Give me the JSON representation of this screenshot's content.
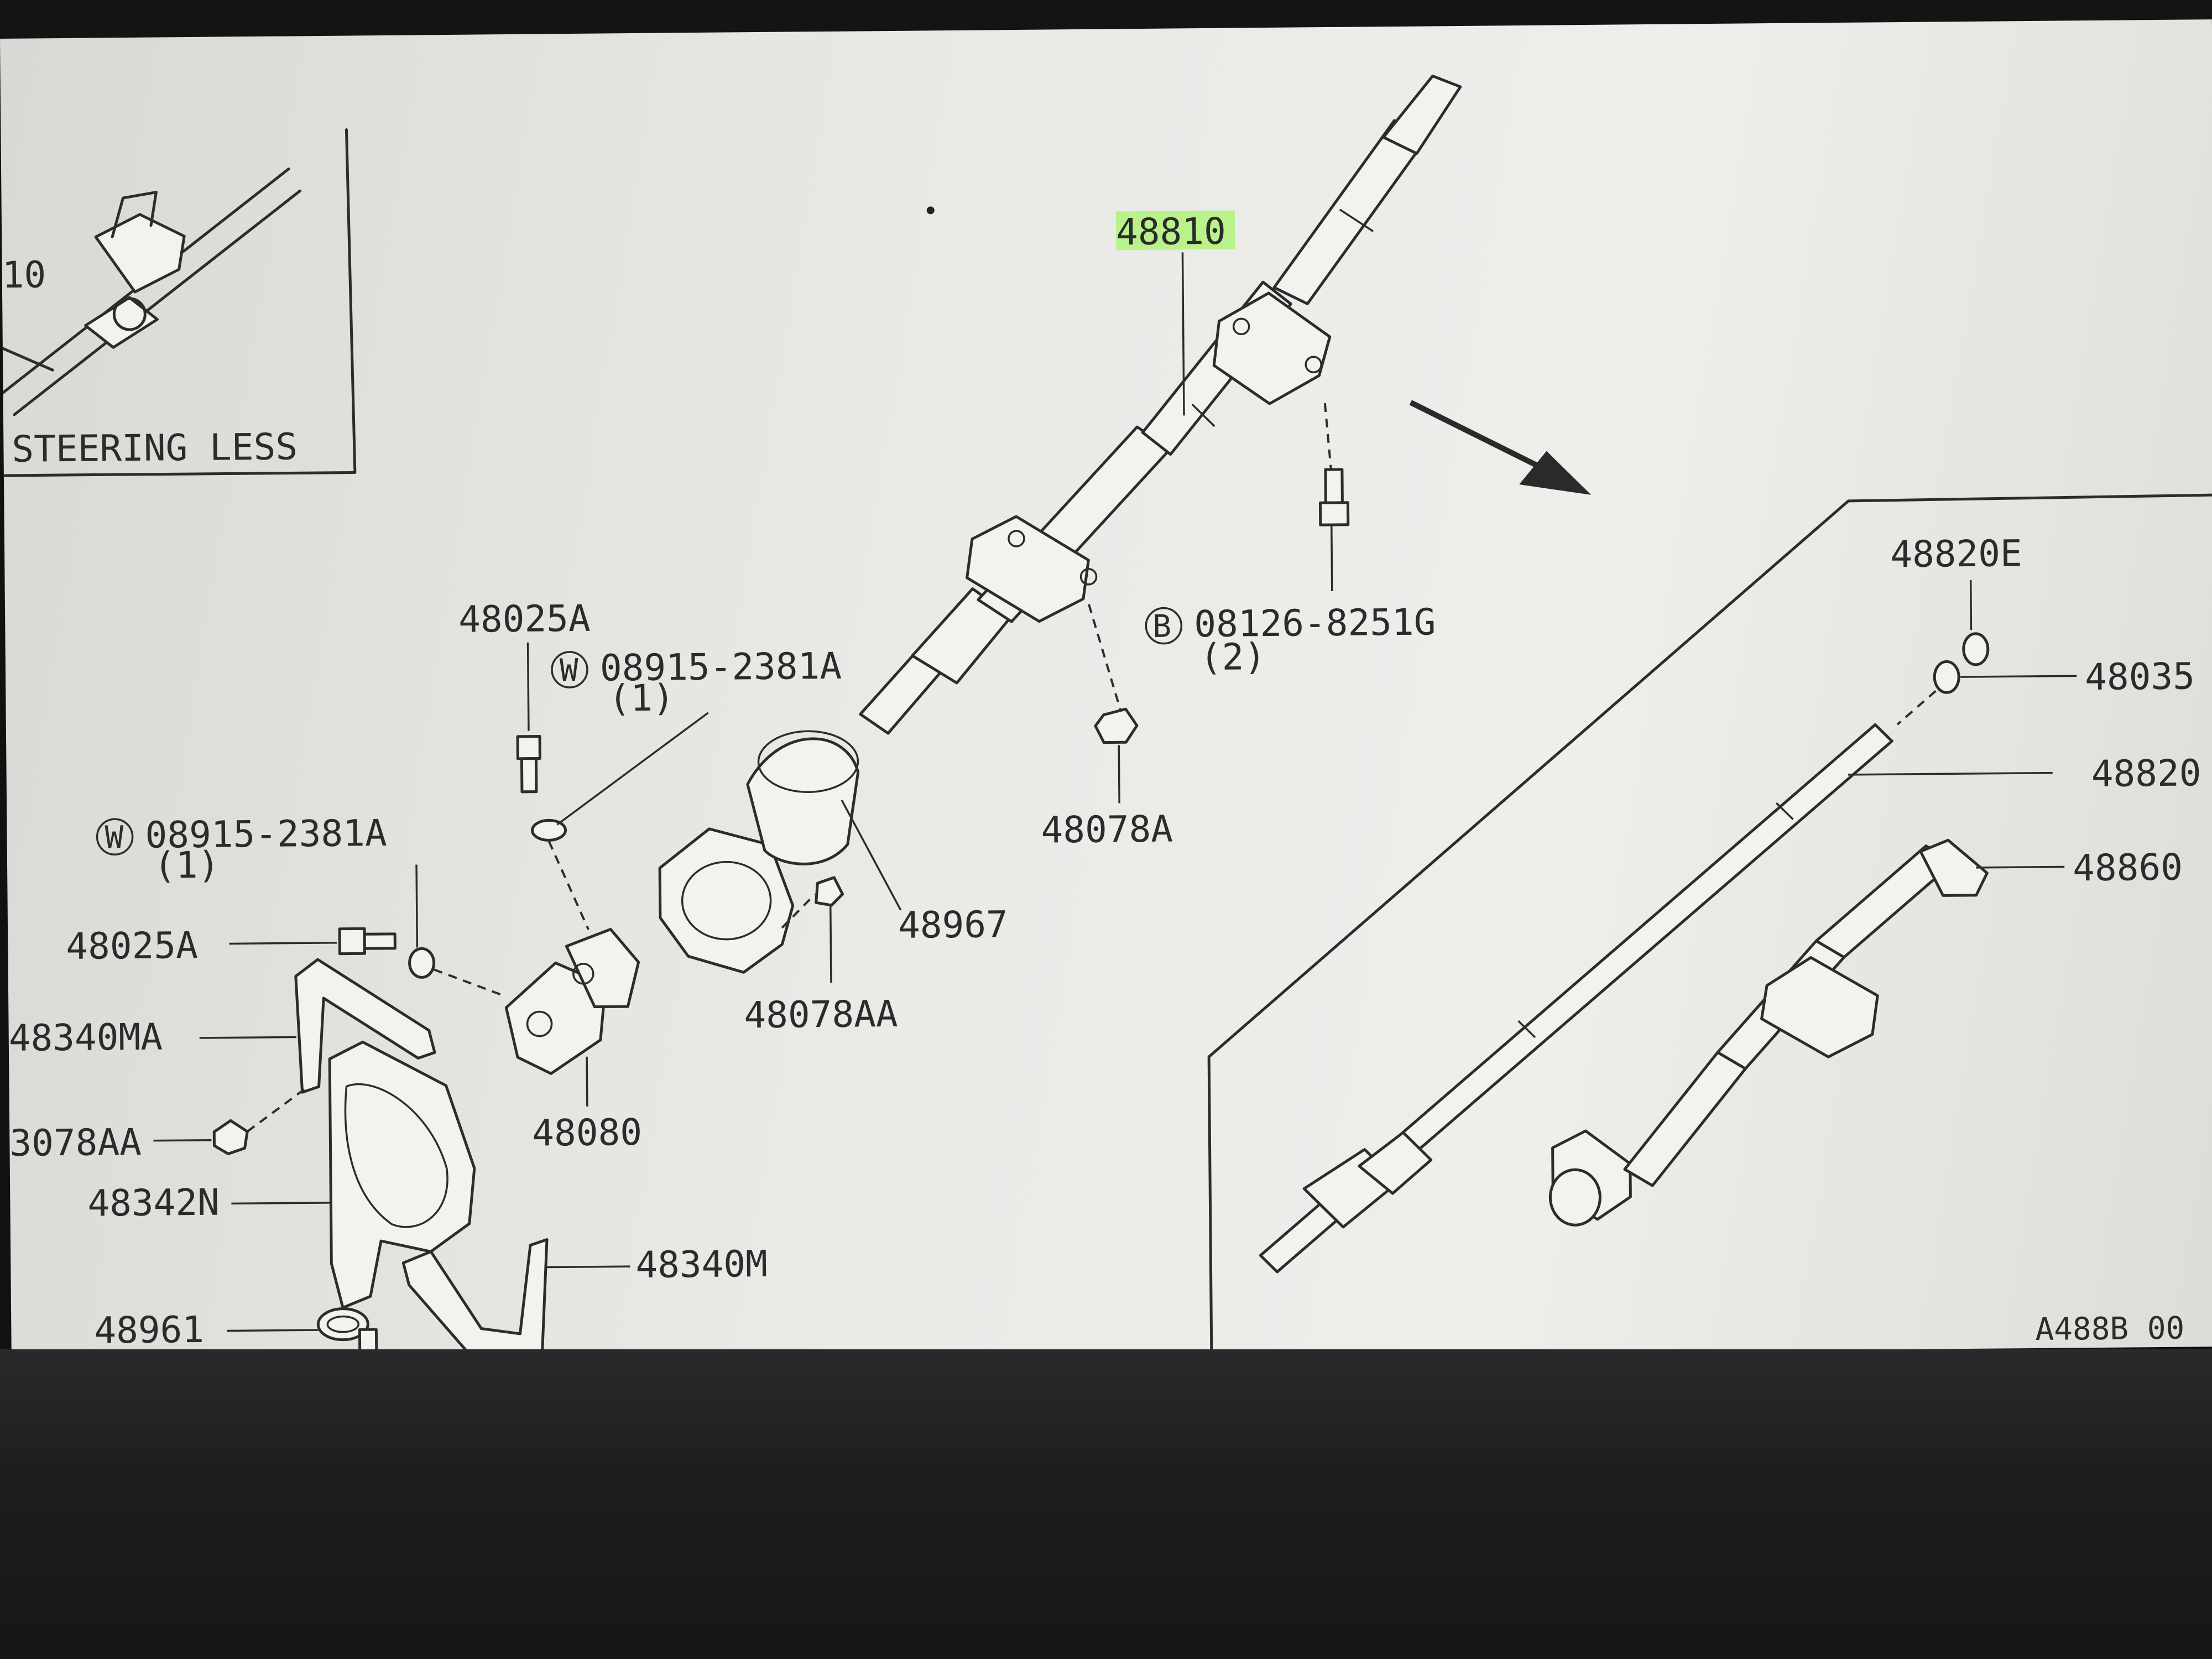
{
  "inset": {
    "title": "STEERING LESS",
    "partial_label": "10"
  },
  "labels": {
    "p48810": "48810",
    "p48025A_top": "48025A",
    "p08915_top": "08915-2381A",
    "p08915_top_qty": "(1)",
    "p08915_left": "08915-2381A",
    "p08915_left_qty": "(1)",
    "p08126": "08126-8251G",
    "p08126_qty": "(2)",
    "p48078A": "48078A",
    "p48967": "48967",
    "p48078AA_mid": "48078AA",
    "p48025A_left": "48025A",
    "p48340MA": "48340MA",
    "p48078AA_left": "3078AA",
    "p48342N": "48342N",
    "p48080": "48080",
    "p48340M": "48340M",
    "p48961": "48961",
    "p48820E": "48820E",
    "p48035": "48035",
    "p48820": "48820",
    "p48860": "48860",
    "diagram_code": "A488B 00"
  },
  "symbols": {
    "washer": "W",
    "bolt": "B"
  },
  "colors": {
    "highlight": "#b9f28a",
    "line": "#2c2c2c"
  }
}
